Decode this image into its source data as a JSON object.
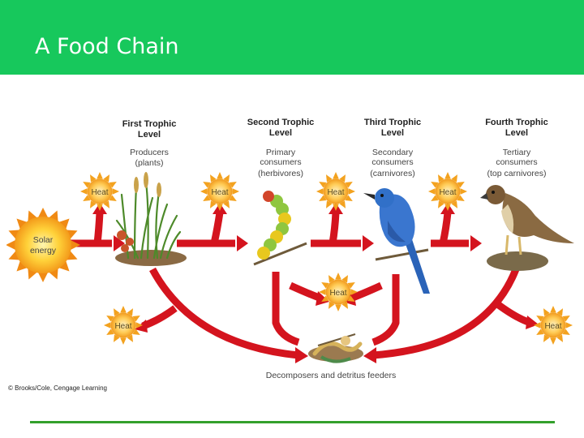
{
  "slide": {
    "title": "A Food Chain"
  },
  "diagram": {
    "levels": [
      {
        "title_line1": "First Trophic",
        "title_line2": "Level",
        "role_line1": "Producers",
        "role_line2": "(plants)"
      },
      {
        "title_line1": "Second Trophic",
        "title_line2": "Level",
        "role_line1": "Primary",
        "role_line2": "consumers",
        "role_line3": "(herbivores)"
      },
      {
        "title_line1": "Third Trophic",
        "title_line2": "Level",
        "role_line1": "Secondary",
        "role_line2": "consumers",
        "role_line3": "(carnivores)"
      },
      {
        "title_line1": "Fourth Trophic",
        "title_line2": "Level",
        "role_line1": "Tertiary",
        "role_line2": "consumers",
        "role_line3": "(top carnivores)"
      }
    ],
    "sun": {
      "line1": "Solar",
      "line2": "energy"
    },
    "heat_label": "Heat",
    "decomposers": "Decomposers and detritus feeders",
    "credit": "© Brooks/Cole, Cengage Learning"
  },
  "colors": {
    "header": "#17c85c",
    "arrow": "#d4141e",
    "heat_sun": "#f5a623",
    "rule": "#33a02c"
  }
}
